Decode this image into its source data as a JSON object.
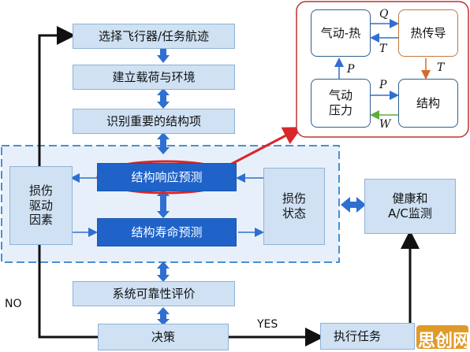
{
  "flow": {
    "select": "选择飞行器/任务航迹",
    "build_load": "建立载荷与环境",
    "identify": "识别重要的结构项",
    "system_eval": "系统可靠性评价",
    "decision": "决策",
    "execute": "执行任务"
  },
  "center": {
    "response": "结构响应预测",
    "life": "结构寿命预测",
    "damage_driver": "损伤\n驱动\n因素",
    "damage_state": "损伤\n状态"
  },
  "health": "健康和\nA/C监测",
  "labels": {
    "no": "NO",
    "yes": "YES"
  },
  "inset": {
    "aero_heat": "气动-热",
    "heat_transfer": "热传导",
    "aero_pressure": "气动\n压力",
    "structure": "结构",
    "q": "Q",
    "t1": "T",
    "t2": "T",
    "p1": "P",
    "p2": "P",
    "w": "W"
  },
  "watermark": "思创网",
  "colors": {
    "flow_fill": "#cfe1f3",
    "dark_fill": "#1f63c9",
    "red": "#d9262b",
    "arrow_blue": "#2e6fd1"
  }
}
